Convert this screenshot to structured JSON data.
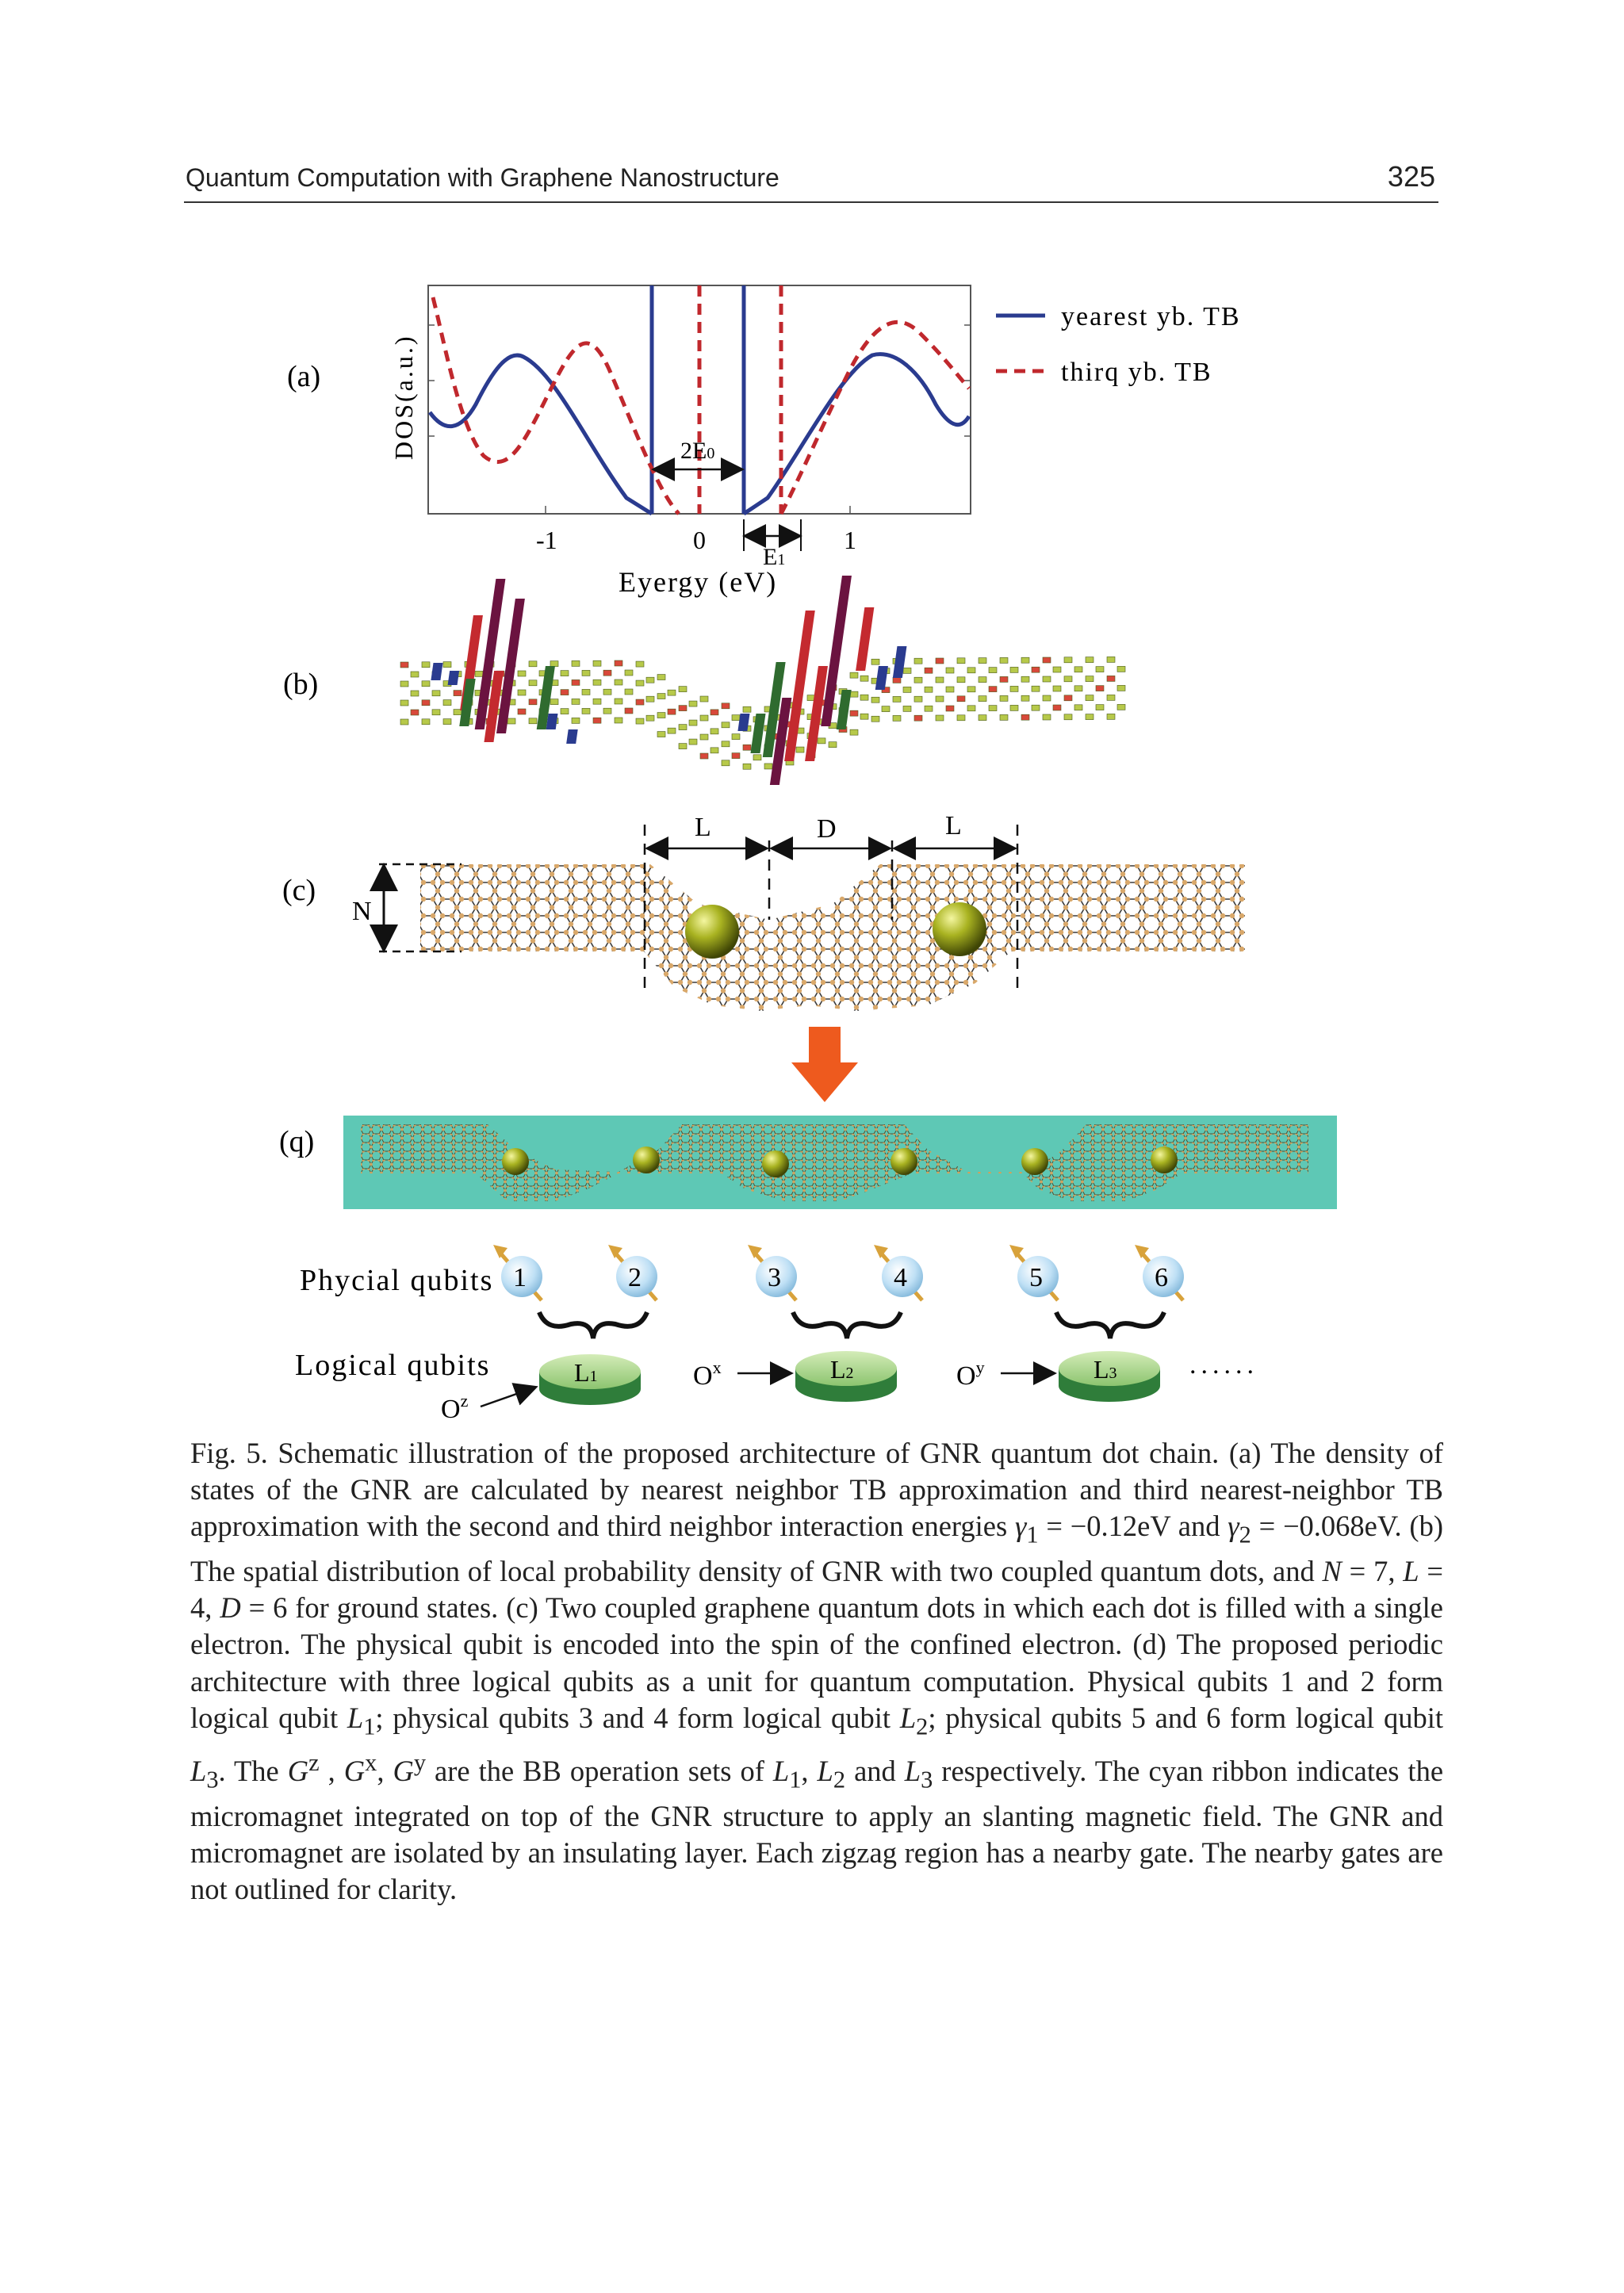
{
  "header": {
    "running_title": "Quantum Computation with Graphene Nanostructure",
    "page_number": "325"
  },
  "figure": {
    "panel_labels": [
      "(a)",
      "(b)",
      "(c)",
      "(q)"
    ],
    "panel_a": {
      "ylabel": "DOS(a.u.)",
      "xlabel": "Eyergy (eV)",
      "x_ticks": [
        "-1",
        "0",
        "1"
      ],
      "legend": [
        {
          "label": "yearest yb. TB",
          "color": "#2a3b8f",
          "style": "solid"
        },
        {
          "label": "thirq yb. TB",
          "color": "#c0282d",
          "style": "dashed"
        }
      ],
      "annotations": {
        "gap_2e0": "2E",
        "gap_2e0_sub": "0",
        "gap_e1": "E",
        "gap_e1_sub": "1"
      }
    },
    "panel_c": {
      "n_label": "N",
      "dims": [
        "L",
        "D",
        "L"
      ]
    },
    "panel_d": {
      "ribbon_color": "#5ec8b5",
      "physical_label": "Phycial qubits",
      "logical_label": "Logical qubits",
      "physical_qubits": [
        "1",
        "2",
        "3",
        "4",
        "5",
        "6"
      ],
      "logical_qubits": [
        {
          "letter": "L",
          "sub": "1"
        },
        {
          "letter": "L",
          "sub": "2"
        },
        {
          "letter": "L",
          "sub": "3"
        }
      ],
      "operations": [
        {
          "letter": "O",
          "sup": "z"
        },
        {
          "letter": "O",
          "sup": "x"
        },
        {
          "letter": "O",
          "sup": "y"
        }
      ],
      "ellipsis": "......"
    }
  },
  "caption": {
    "c1": "Fig. 5. Schematic illustration of the proposed architecture of GNR quantum dot chain. (a) The density of states of the GNR are calculated by nearest neighbor TB approximation and third nearest-neighbor TB approximation with the second and third neighbor interaction energies ",
    "g1": "γ",
    "g1_sub": "1",
    "c2": " = −0.12eV and ",
    "g2": "γ",
    "g2_sub": "2",
    "c3": " = −0.068eV. (b) The spatial distribution of local probability density of GNR with two coupled quantum dots, and ",
    "n": "N",
    "c4": " = 7, ",
    "l": "L",
    "c5": " = 4, ",
    "d": "D",
    "c6": " = 6 for ground states. (c) Two coupled graphene quantum dots in which each dot is filled with a single electron. The physical qubit is encoded into the spin of the confined electron. (d) The proposed periodic architecture with three logical qubits as a unit for quantum computation. Physical qubits 1 and 2 form logical qubit ",
    "L1": "L",
    "L1_sub": "1",
    "c7": "; physical qubits 3 and 4 form logical qubit ",
    "L2": "L",
    "L2_sub": "2",
    "c8": "; physical qubits 5 and 6 form logical qubit ",
    "L3": "L",
    "L3_sub": "3",
    "c9": ". The ",
    "Gz": "G",
    "Gz_sup": "z",
    "c10": " , ",
    "Gx": "G",
    "Gx_sup": "x",
    "c11": ", ",
    "Gy": "G",
    "Gy_sup": "y",
    "c12": " are the BB operation sets of ",
    "L1b": "L",
    "L1b_sub": "1",
    "c13": ", ",
    "L2b": "L",
    "L2b_sub": "2",
    "c14": " and ",
    "L3b": "L",
    "L3b_sub": "3",
    "c15": " respectively. The cyan ribbon indicates the micromagnet integrated on top of the GNR structure to apply an slanting magnetic field. The GNR and micromagnet are isolated by an insulating layer. Each zigzag region has a nearby gate. The nearby gates are not outlined for clarity."
  }
}
